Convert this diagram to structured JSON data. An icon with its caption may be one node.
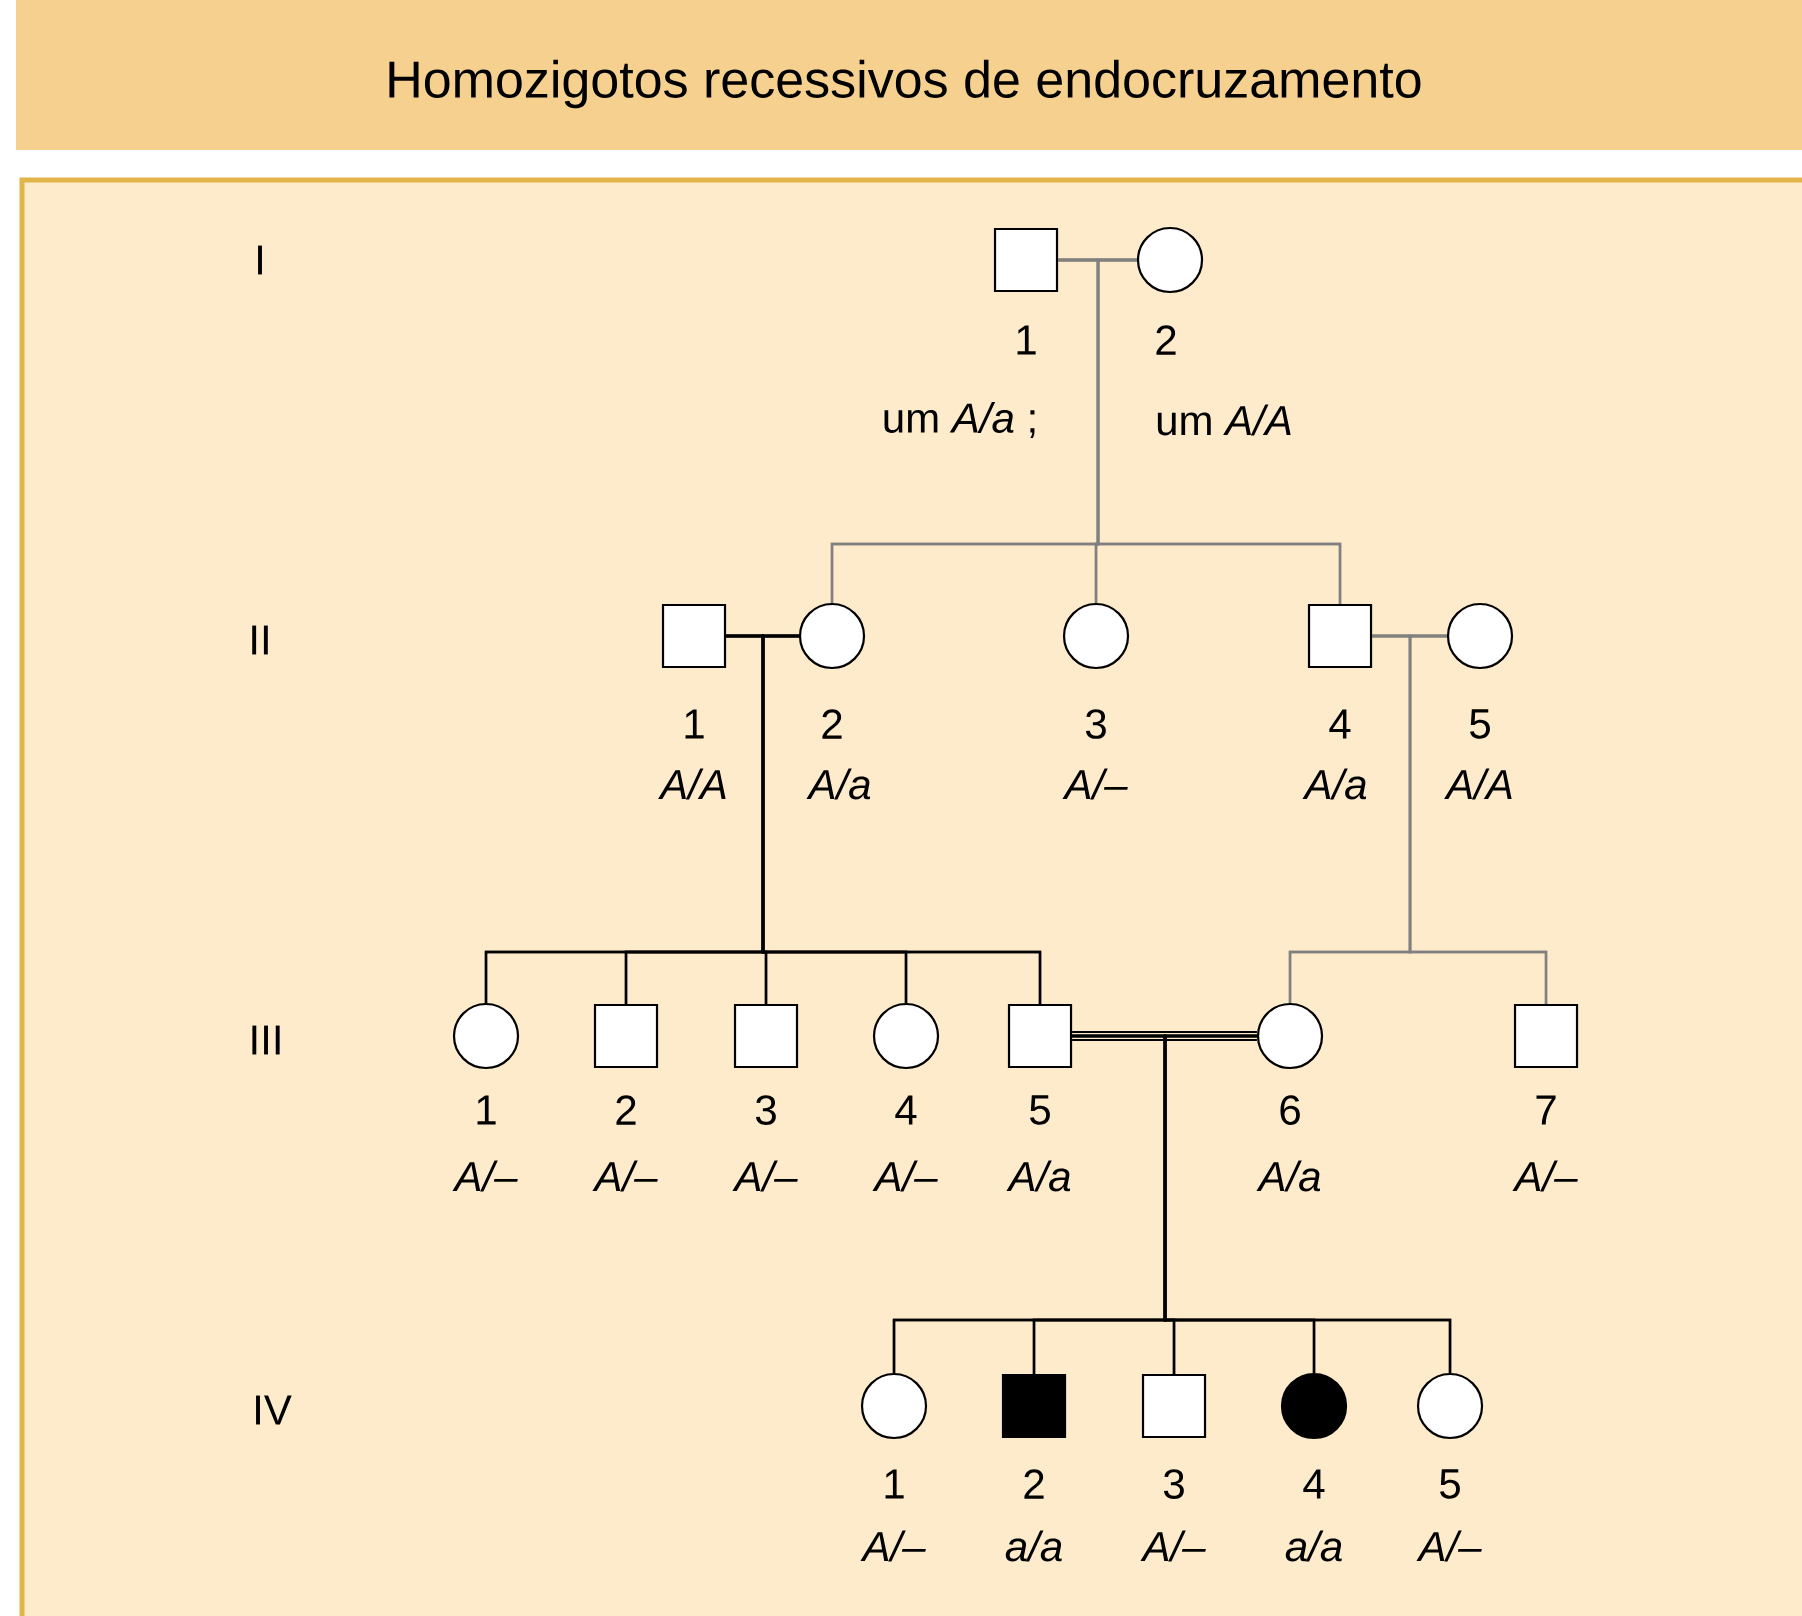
{
  "diagram": {
    "title": "Homozigotos recessivos de endocruzamento",
    "nodes": [
      {
        "text": [
          "1",
          "um *A/a* ;"
        ]
      },
      {
        "text": [
          "2",
          "um *A/A*"
        ]
      },
      {
        "text": [
          "1",
          "A/A"
        ]
      },
      {
        "text": [
          "2",
          "A/a"
        ]
      },
      {
        "text": [
          "3",
          "A/–"
        ]
      },
      {
        "text": [
          "4",
          "A/a"
        ]
      },
      {
        "text": [
          "5",
          "A/A"
        ]
      },
      {
        "text": [
          "1",
          "A/–"
        ]
      },
      {
        "text": [
          "2",
          "A/–"
        ]
      },
      {
        "text": [
          "3",
          "A/–"
        ]
      },
      {
        "text": [
          "4",
          "A/–"
        ]
      },
      {
        "text": [
          "5",
          "A/a"
        ]
      },
      {
        "text": [
          "6",
          "A/a"
        ]
      },
      {
        "text": [
          "7",
          "A/–"
        ]
      },
      {
        "text": [
          "1",
          "A/–"
        ]
      },
      {
        "text": [
          "2",
          "a/a"
        ]
      },
      {
        "text": [
          "3",
          "A/–"
        ]
      },
      {
        "text": [
          "4",
          "a/a"
        ]
      },
      {
        "text": [
          "5",
          "A/–"
        ]
      }
    ],
    "edges": [
      {
        "from": 0,
        "to": 1,
        "arrow": "none"
      },
      {
        "from": 0,
        "to": 3,
        "arrow": "none",
        "color": "#808080"
      },
      {
        "from": 1,
        "to": 3,
        "arrow": "none",
        "color": "#808080"
      },
      {
        "from": 0,
        "to": 4,
        "arrow": "none",
        "color": "#808080"
      },
      {
        "from": 1,
        "to": 4,
        "arrow": "none",
        "color": "#808080"
      },
      {
        "from": 0,
        "to": 5,
        "arrow": "none",
        "color": "#808080"
      },
      {
        "from": 1,
        "to": 5,
        "arrow": "none",
        "color": "#808080"
      },
      {
        "from": 2,
        "to": 3,
        "arrow": "none"
      },
      {
        "from": 2,
        "to": 7,
        "arrow": "none"
      },
      {
        "from": 3,
        "to": 7,
        "arrow": "none"
      },
      {
        "from": 2,
        "to": 8,
        "arrow": "none"
      },
      {
        "from": 3,
        "to": 8,
        "arrow": "none"
      },
      {
        "from": 2,
        "to": 9,
        "arrow": "none"
      },
      {
        "from": 3,
        "to": 9,
        "arrow": "none"
      },
      {
        "from": 2,
        "to": 10,
        "arrow": "none"
      },
      {
        "from": 3,
        "to": 10,
        "arrow": "none"
      },
      {
        "from": 2,
        "to": 11,
        "arrow": "none"
      },
      {
        "from": 3,
        "to": 11,
        "arrow": "none"
      },
      {
        "from": 5,
        "to": 6,
        "arrow": "none"
      },
      {
        "from": 5,
        "to": 12,
        "arrow": "none",
        "color": "#808080"
      },
      {
        "from": 6,
        "to": 12,
        "arrow": "none",
        "color": "#808080"
      },
      {
        "from": 5,
        "to": 13,
        "arrow": "none",
        "color": "#808080"
      },
      {
        "from": 6,
        "to": 13,
        "arrow": "none",
        "color": "#808080"
      },
      {
        "from": 11,
        "to": 12,
        "arrow": "none",
        "style": "thick"
      },
      {
        "from": 11,
        "to": 14,
        "arrow": "none"
      },
      {
        "from": 12,
        "to": 14,
        "arrow": "none"
      },
      {
        "from": 11,
        "to": 15,
        "arrow": "none"
      },
      {
        "from": 12,
        "to": 15,
        "arrow": "none"
      },
      {
        "from": 11,
        "to": 16,
        "arrow": "none"
      },
      {
        "from": 12,
        "to": 16,
        "arrow": "none"
      },
      {
        "from": 11,
        "to": 17,
        "arrow": "none"
      },
      {
        "from": 12,
        "to": 17,
        "arrow": "none"
      },
      {
        "from": 11,
        "to": 18,
        "arrow": "none"
      },
      {
        "from": 12,
        "to": 18,
        "arrow": "none"
      }
    ],
    "labels": [
      "I",
      "II",
      "III",
      "IV"
    ]
  }
}
